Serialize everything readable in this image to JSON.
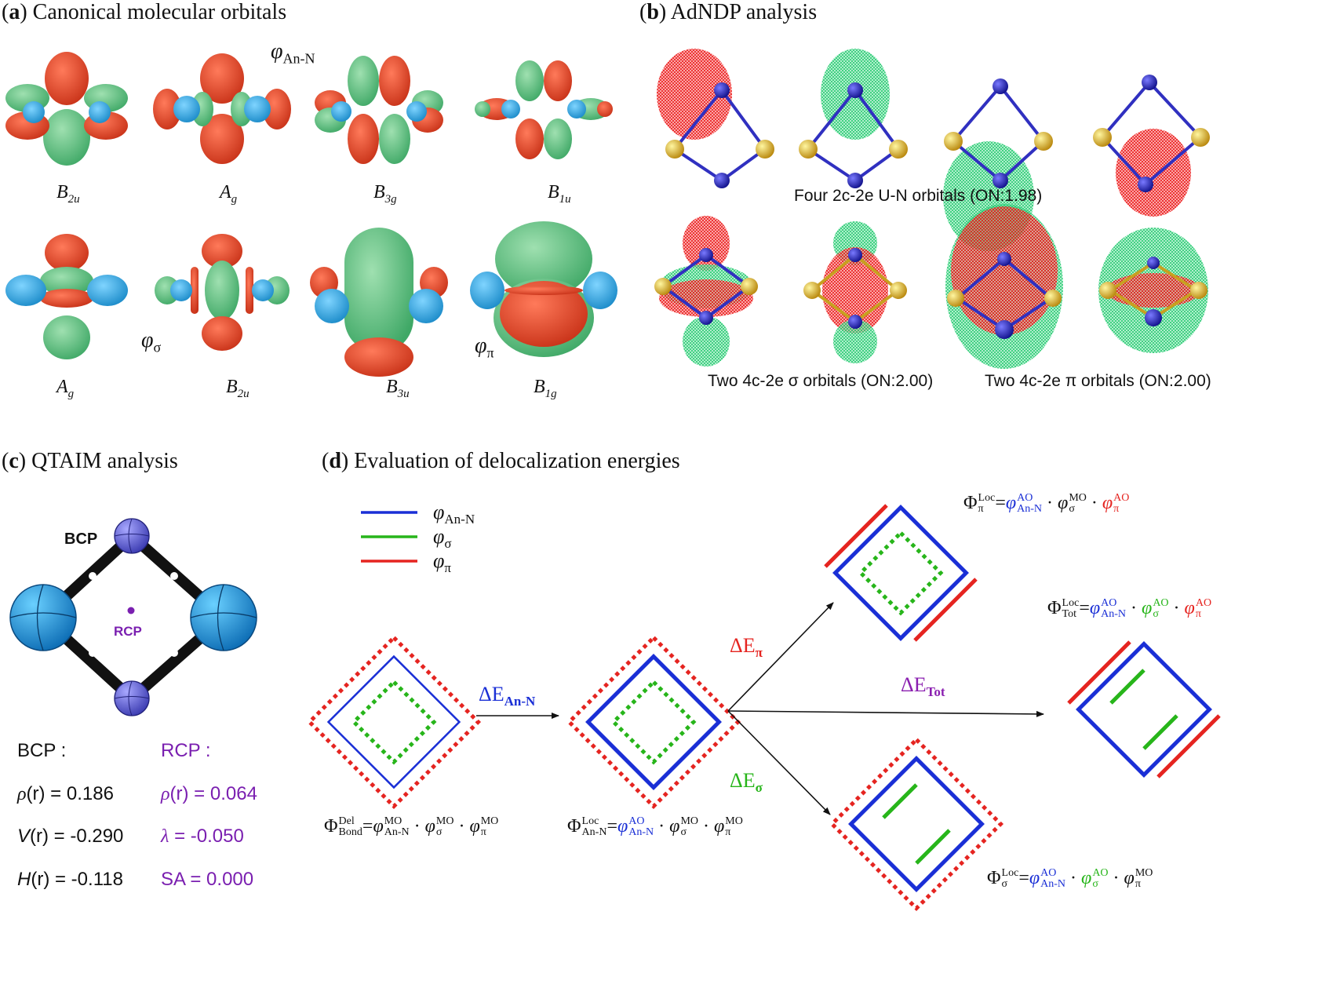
{
  "panels": {
    "a": {
      "letter": "a",
      "title": "Canonical molecular orbitals"
    },
    "b": {
      "letter": "b",
      "title": "AdNDP analysis"
    },
    "c": {
      "letter": "c",
      "title": "QTAIM analysis"
    },
    "d": {
      "letter": "d",
      "title": "Evaluation of delocalization energies"
    }
  },
  "panel_a": {
    "row1_labels": [
      {
        "base": "B",
        "sub": "2u"
      },
      {
        "base": "A",
        "sub": "g"
      },
      {
        "base": "B",
        "sub": "3g"
      },
      {
        "base": "B",
        "sub": "1u"
      }
    ],
    "row2_labels": [
      {
        "base": "A",
        "sub": "g"
      },
      {
        "base": "B",
        "sub": "2u"
      },
      {
        "base": "B",
        "sub": "3u"
      },
      {
        "base": "B",
        "sub": "1g"
      }
    ],
    "phi": "φ",
    "phi_an_n_sub": "An-N",
    "phi_sigma_sub": "σ",
    "phi_pi_sub": "π",
    "colors": {
      "positive": "#e8442a",
      "negative": "#55c07a",
      "atom": "#2aa6e0"
    }
  },
  "panel_b": {
    "caption_top": "Four  2c-2e U-N orbitals (ON:1.98)",
    "caption_sigma": "Two  4c-2e σ orbitals (ON:2.00)",
    "caption_pi": "Two  4c-2e π orbitals (ON:2.00)"
  },
  "panel_c": {
    "bcp_label": "BCP",
    "rcp_label": "RCP",
    "bcp_header": "BCP :",
    "rcp_header": "RCP :",
    "bcp_values": [
      {
        "sym": "ρ",
        "arg": "(r)",
        "value": " = 0.186"
      },
      {
        "sym": "V",
        "arg": "(r)",
        "value": " = -0.290"
      },
      {
        "sym": "H",
        "arg": "(r)",
        "value": " = -0.118"
      }
    ],
    "rcp_values": [
      {
        "sym": "ρ",
        "arg": "(r)",
        "value": " = 0.064"
      },
      {
        "sym": "λ",
        "arg": "",
        "value": " = -0.050"
      },
      {
        "sym": "",
        "arg": "SA",
        "value": " = 0.000"
      }
    ]
  },
  "panel_d": {
    "legend": [
      {
        "sub": "An-N",
        "color": "#1a2fd6"
      },
      {
        "sub": "σ",
        "color": "#27b51a"
      },
      {
        "sub": "π",
        "color": "#e52420"
      }
    ],
    "delta_E": "ΔE",
    "arrows": {
      "an_n": "An-N",
      "pi": "π",
      "sigma": "σ",
      "tot": "Tot"
    },
    "formula_symbols": {
      "Phi": "Φ",
      "phi": "φ",
      "dot": "·",
      "eq": "="
    },
    "formula_tags": {
      "Del": "Del",
      "Loc": "Loc",
      "Bond": "Bond",
      "AnN": "An-N",
      "Tot": "Tot",
      "MO": "MO",
      "AO": "AO",
      "sigma": "σ",
      "pi": "π"
    },
    "colors": {
      "blue": "#1a2fd6",
      "green": "#27b51a",
      "red": "#e52420",
      "purple": "#8a1fb0"
    }
  }
}
